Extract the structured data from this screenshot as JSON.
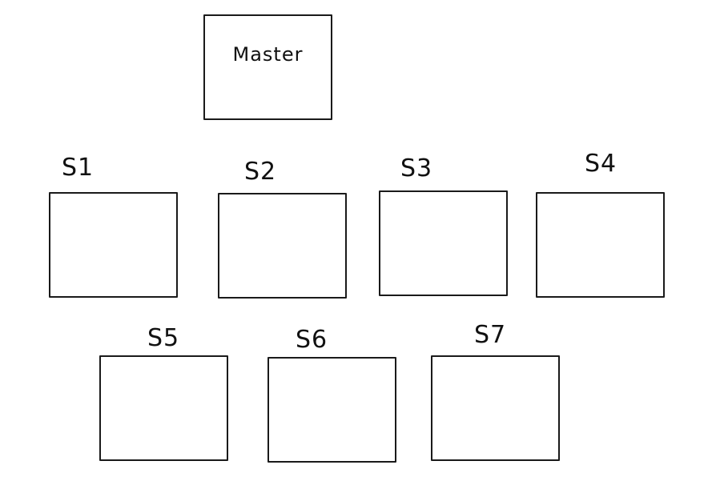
{
  "master": {
    "label": "Master"
  },
  "slaves": [
    {
      "label": "S1"
    },
    {
      "label": "S2"
    },
    {
      "label": "S3"
    },
    {
      "label": "S4"
    },
    {
      "label": "S5"
    },
    {
      "label": "S6"
    },
    {
      "label": "S7"
    }
  ],
  "colors": {
    "stroke": "#1a1a1a",
    "text": "#111111",
    "background": "#ffffff"
  }
}
